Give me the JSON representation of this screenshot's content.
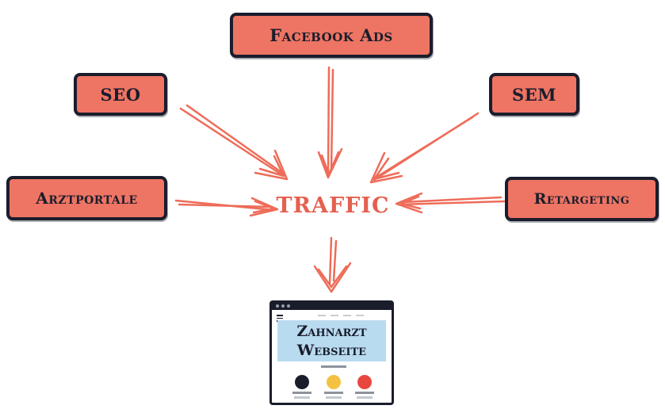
{
  "nodes": {
    "facebook_ads": "Facebook Ads",
    "seo": "SEO",
    "sem": "SEM",
    "arztportale": "Arztportale",
    "retargeting": "Retargeting"
  },
  "center": "TRAFFIC",
  "website": {
    "line1": "Zahnarzt",
    "line2": "Webseite"
  },
  "colors": {
    "box_fill": "#ee7463",
    "box_border": "#1a1d2c",
    "arrow": "#ee6c59",
    "center_text": "#e4604e",
    "site_hero": "#b9dbef",
    "circle_dark": "#1a1d2c",
    "circle_yellow": "#f4c242",
    "circle_red": "#e8473f"
  }
}
